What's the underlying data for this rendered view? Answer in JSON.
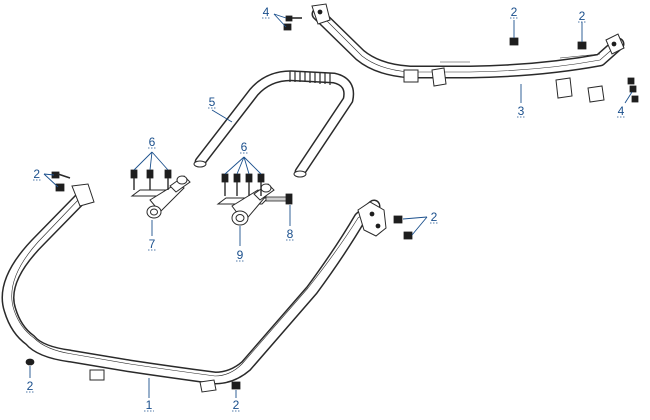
{
  "diagram": {
    "callouts": [
      {
        "id": "c1",
        "label": "1"
      },
      {
        "id": "c2a",
        "label": "2"
      },
      {
        "id": "c2b",
        "label": "2"
      },
      {
        "id": "c2c",
        "label": "2"
      },
      {
        "id": "c2d",
        "label": "2"
      },
      {
        "id": "c2e",
        "label": "2"
      },
      {
        "id": "c2f",
        "label": "2"
      },
      {
        "id": "c3",
        "label": "3"
      },
      {
        "id": "c4a",
        "label": "4"
      },
      {
        "id": "c4b",
        "label": "4"
      },
      {
        "id": "c5",
        "label": "5"
      },
      {
        "id": "c6a",
        "label": "6"
      },
      {
        "id": "c6b",
        "label": "6"
      },
      {
        "id": "c7",
        "label": "7"
      },
      {
        "id": "c8",
        "label": "8"
      },
      {
        "id": "c9",
        "label": "9"
      }
    ],
    "colors": {
      "callout": "#1a4f8c",
      "line_art": "#2a2a2a",
      "background": "#ffffff"
    }
  }
}
